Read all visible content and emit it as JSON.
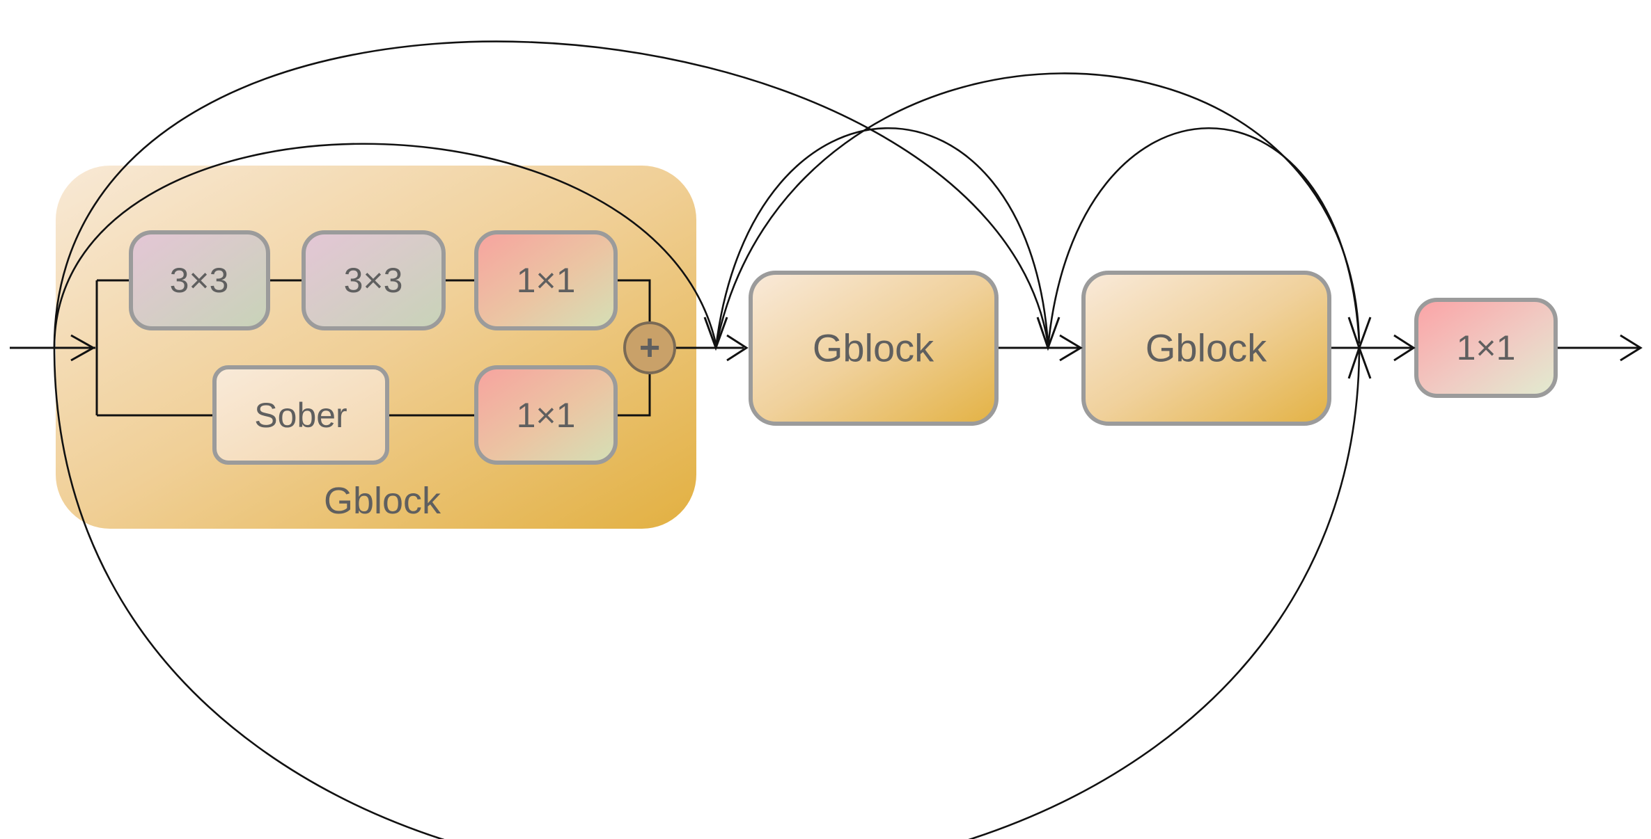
{
  "gblock_detail": {
    "caption": "Gblock",
    "conv_a": "3×3",
    "conv_b": "3×3",
    "conv_c": "1×1",
    "sober": "Sober",
    "conv_d": "1×1",
    "add_symbol": "+"
  },
  "pipeline": {
    "gblock_2": "Gblock",
    "gblock_3": "Gblock",
    "final_conv": "1×1"
  },
  "colors": {
    "container_light": "#f7e6cf",
    "container_dark": "#e4b34c",
    "box_border": "#9b9b9b",
    "text": "#5f5f5f",
    "conv3_light": "#e3cbd8",
    "conv3_dark": "#c7d0b8",
    "conv1_pink": "#f6a6a2",
    "conv1_green": "#d5dfb6",
    "add_node": "#c9a169",
    "line": "#111111"
  }
}
